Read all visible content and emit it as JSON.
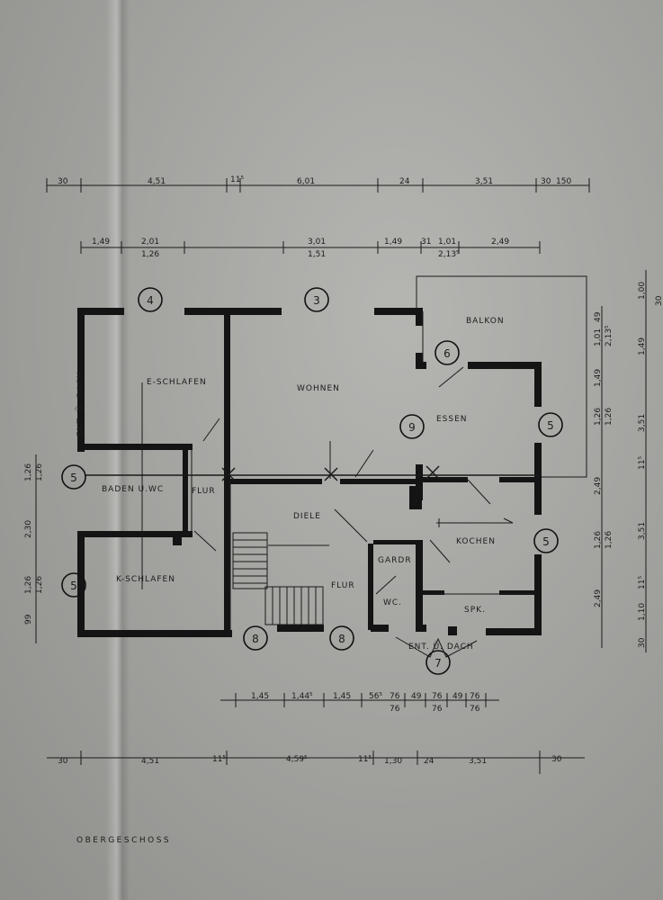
{
  "title": "OBERGESCHOSS",
  "rooms": {
    "e_schlafen": "E-SCHLAFEN",
    "wohnen": "WOHNEN",
    "balkon": "BALKON",
    "essen": "ESSEN",
    "baden_wc": "BADEN U.WC",
    "flur_upper": "FLUR",
    "diele": "DIELE",
    "kochen": "KOCHEN",
    "gardr": "GARDR",
    "k_schlafen": "K-SCHLAFEN",
    "flur_lower": "FLUR",
    "wc": "WC.",
    "spk": "SPK.",
    "ent_dach_bottom": "ENT. Ü. DACH",
    "ent_dach_left": "ENT. Ü. DACH"
  },
  "axis_markers": {
    "a1": "4",
    "a2": "3",
    "a3": "6",
    "a4": "9",
    "a5": "5",
    "a6": "5",
    "a7": "5",
    "a8": "5",
    "a9": "8",
    "a10": "8",
    "a11": "7"
  },
  "dims_top1": {
    "d1": "30",
    "d2": "4,51",
    "d3": "11⁵",
    "d4": "6,01",
    "d5": "24",
    "d6": "3,51",
    "d7": "30",
    "d8": "150"
  },
  "dims_top2": {
    "d1": "1,49",
    "d2": "2,01",
    "d3": "1,26",
    "d4": "3,01",
    "d5": "1,51",
    "d6": "1,49",
    "d7": "31",
    "d8": "1,01",
    "d9": "2,13⁵",
    "d10": "2,49"
  },
  "dims_bottom1": {
    "d1": "1,45",
    "d2": "1,44⁵",
    "d3": "1,45",
    "d4": "56⁵",
    "d5": "76",
    "d6": "76",
    "d7": "49",
    "d8": "76",
    "d9": "76",
    "d10": "49",
    "d11": "76",
    "d12": "76"
  },
  "dims_bottom2": {
    "d1": "30",
    "d2": "4,51",
    "d3": "11⁵",
    "d4": "4,59⁵",
    "d5": "11⁵",
    "d6": "1,30",
    "d7": "24",
    "d8": "3,51",
    "d9": "30"
  },
  "dims_left": {
    "d1": "1,26",
    "d2": "1,26",
    "d3": "2,30",
    "d4": "1,26",
    "d5": "1,26",
    "d6": "99"
  },
  "dims_right1": {
    "d1": "1,01",
    "d2": "49",
    "d3": "1,49",
    "d4": "1,26",
    "d5": "1,26",
    "d6": "2,49",
    "d7": "1,26",
    "d8": "1,26",
    "d9": "2,49"
  },
  "dims_right2": {
    "d1": "2,13⁵",
    "d2": "1,00",
    "d3": "30",
    "d4": "1,49",
    "d5": "3,51",
    "d6": "11⁵",
    "d7": "3,51",
    "d8": "11⁵",
    "d9": "1,10",
    "d10": "30"
  }
}
